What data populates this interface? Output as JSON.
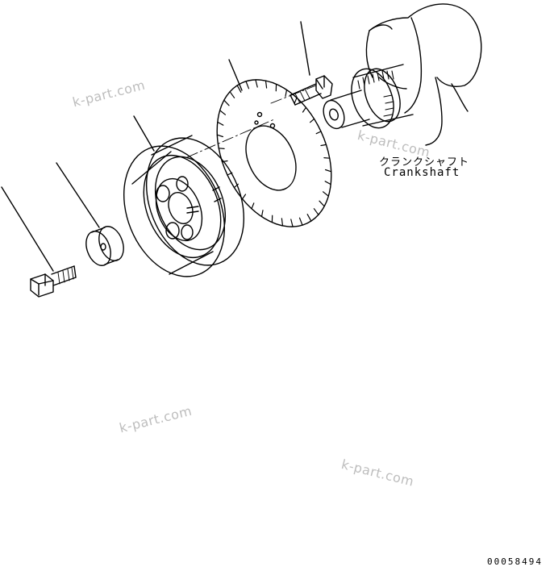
{
  "labels": {
    "crankshaft_ja": "クランクシャフト",
    "crankshaft_en": "Crankshaft"
  },
  "watermarks": [
    "k-part.com",
    "k-part.com",
    "k-part.com",
    "k-part.com"
  ],
  "drawing_number": "00058494",
  "colors": {
    "line": "#000000",
    "watermark": "#bdbdbd",
    "background": "#ffffff"
  }
}
